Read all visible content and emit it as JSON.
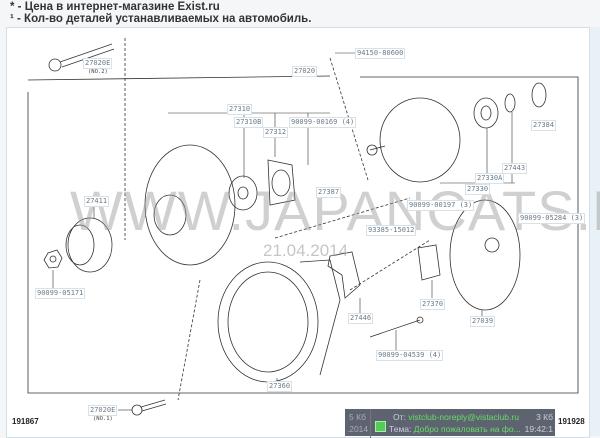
{
  "notes": [
    "* - Цена в интернет-магазине Exist.ru",
    "¹ - Кол-во деталей устанавливаемых на автомобиль."
  ],
  "labels": {
    "bolt_top": "27020E",
    "bolt_top_sub": "(NO.2)",
    "nut_top": "94150-80600",
    "assembly": "27020",
    "frame": "27310",
    "frame_b": "27310B",
    "plate": "27312",
    "screw4": "90099-00169 (4)",
    "cover": "27384",
    "ring": "27443",
    "bearing": "27330A",
    "rotor": "27330",
    "terminal": "27387",
    "pulley": "27411",
    "screw3": "90099-00197 (3)",
    "nut3": "90099-05284 (3)",
    "screw": "93385-15012",
    "pulley_nut": "90099-05171",
    "regulator": "27370",
    "plate2": "27446",
    "rear_cover": "27039",
    "bolt4": "90099-04539 (4)",
    "stator": "27360",
    "bolt_bottom": "27020E",
    "bolt_bottom_sub": "(NO.1)"
  },
  "refs": {
    "left": "191867",
    "right": "191928"
  },
  "watermark": {
    "text": "WWW.JAPANCATS.RU",
    "date": "21.04.2014"
  },
  "popup": {
    "left_top": "5 Кб",
    "left_bottom": ".2014",
    "from_label": "От:",
    "from": "vistclub-noreply@vistaclub.ru",
    "subject_label": "Тема:",
    "subject": "Добро пожаловать на фо...",
    "size": "3 Кб",
    "time": "19:42:1"
  }
}
